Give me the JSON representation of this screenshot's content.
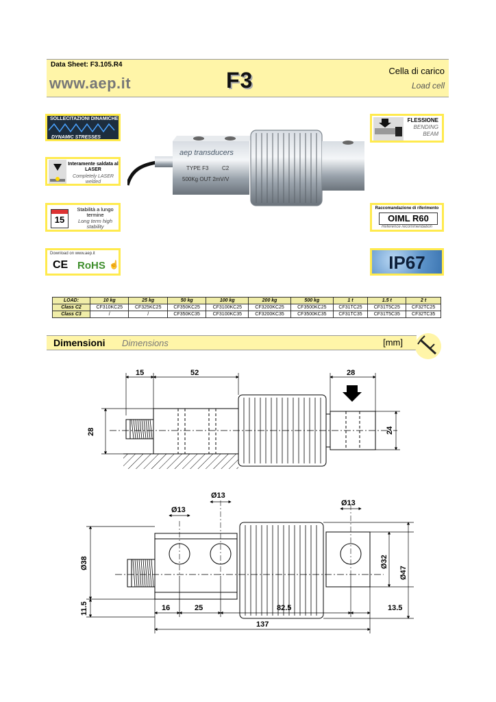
{
  "header": {
    "sheet_id": "Data Sheet: F3.105.R4",
    "website": "www.aep.it",
    "model": "F3",
    "title_it": "Cella di carico",
    "title_en": "Load cell"
  },
  "badges": {
    "dynamic_it": "SOLLECITAZIONI DINAMICHE",
    "dynamic_en": "DYNAMIC STRESSES",
    "laser_it": "Interamente saldata al LASER",
    "laser_en": "Completely LASER welded",
    "stability_day": "15",
    "stability_it": "Stabilità a lungo termine",
    "stability_en": "Long term high stability",
    "download": "Download on www.aep.it",
    "ce": "CE",
    "rohs": "RoHS",
    "bending_it": "FLESSIONE",
    "bending_en": "BENDING BEAM",
    "oiml_top": "Raccomandazione di riferimento",
    "oiml": "OIML R60",
    "oiml_bottom": "Reference recommendation",
    "ip": "IP67"
  },
  "photo_label": {
    "brand": "aep transducers",
    "type": "TYPE F3",
    "class": "C2",
    "spec": "500Kg OUT 2mV/V"
  },
  "load_table": {
    "header_label": "LOAD:",
    "loads": [
      "10 kg",
      "25 kg",
      "50 kg",
      "100 kg",
      "200 kg",
      "500 kg",
      "1 t",
      "1.5 t",
      "2 t"
    ],
    "rows": [
      {
        "label": "Class C2",
        "cells": [
          "CF310KC25",
          "CF325KC25",
          "CF350KC25",
          "CF3100KC25",
          "CF3200KC25",
          "CF3500KC25",
          "CF31TC25",
          "CF31T5C25",
          "CF32TC25"
        ]
      },
      {
        "label": "Class C3",
        "cells": [
          "/",
          "/",
          "CF350KC35",
          "CF3100KC35",
          "CF3200KC35",
          "CF3500KC35",
          "CF31TC35",
          "CF31T5C35",
          "CF32TC35"
        ]
      }
    ]
  },
  "dimensions": {
    "title_it": "Dimensioni",
    "title_en": "Dimensions",
    "unit": "[mm]"
  },
  "drawing_top": {
    "d15": "15",
    "d52": "52",
    "d28_top": "28",
    "d28_left": "28",
    "d24": "24"
  },
  "drawing_bottom": {
    "hole1": "Ø13",
    "hole2": "Ø13",
    "hole3": "Ø13",
    "d38": "Ø38",
    "d32": "Ø32",
    "d47": "Ø47",
    "d11_5": "11.5",
    "d16": "16",
    "d25": "25",
    "d82_5": "82.5",
    "d13_5": "13.5",
    "d137": "137"
  }
}
